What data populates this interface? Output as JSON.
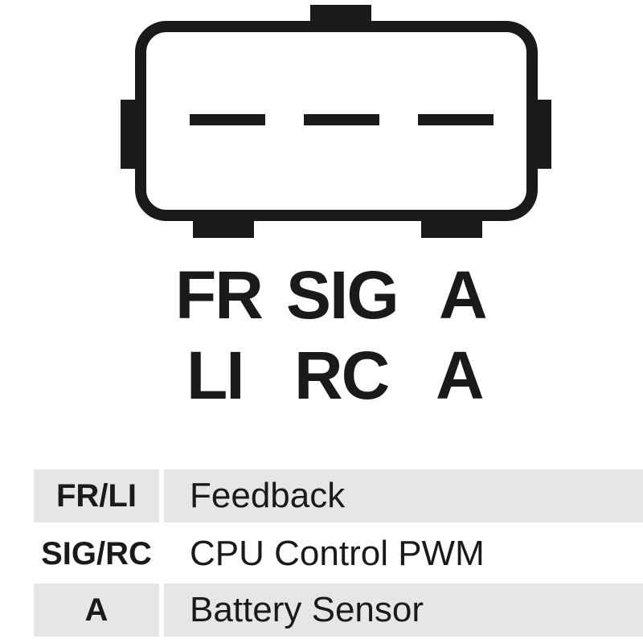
{
  "connector": {
    "pins": {
      "top_labels": [
        "FR",
        "SIG",
        "A"
      ],
      "bottom_labels": [
        "LI",
        "RC",
        "A"
      ]
    }
  },
  "legend": {
    "rows": [
      {
        "code": "FR/LI",
        "description": "Feedback",
        "shaded": true
      },
      {
        "code": "SIG/RC",
        "description": "CPU Control PWM",
        "shaded": false
      },
      {
        "code": "A",
        "description": "Battery Sensor",
        "shaded": true
      }
    ]
  },
  "colors": {
    "ink": "#1a1a1a",
    "row_shade": "#e6e6e6",
    "background": "#ffffff"
  }
}
